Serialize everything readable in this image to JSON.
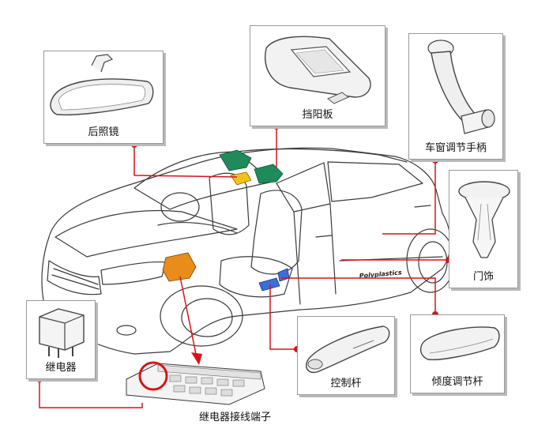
{
  "parts": {
    "rearview_mirror": "后照镜",
    "sun_visor": "挡阳板",
    "window_crank": "车窗调节手柄",
    "door_trim": "门饰",
    "relay": "继电器",
    "relay_terminal": "继电器接线端子",
    "control_lever": "控制杆",
    "tilt_lever": "倾度调节杆"
  },
  "car_badge": "Polyplastics",
  "colors": {
    "leader_line": "#d7141a",
    "highlight_green": "#1f8a5a",
    "highlight_yellow": "#f2c21b",
    "highlight_orange": "#e88c1a",
    "highlight_blue": "#3a6fd8"
  }
}
